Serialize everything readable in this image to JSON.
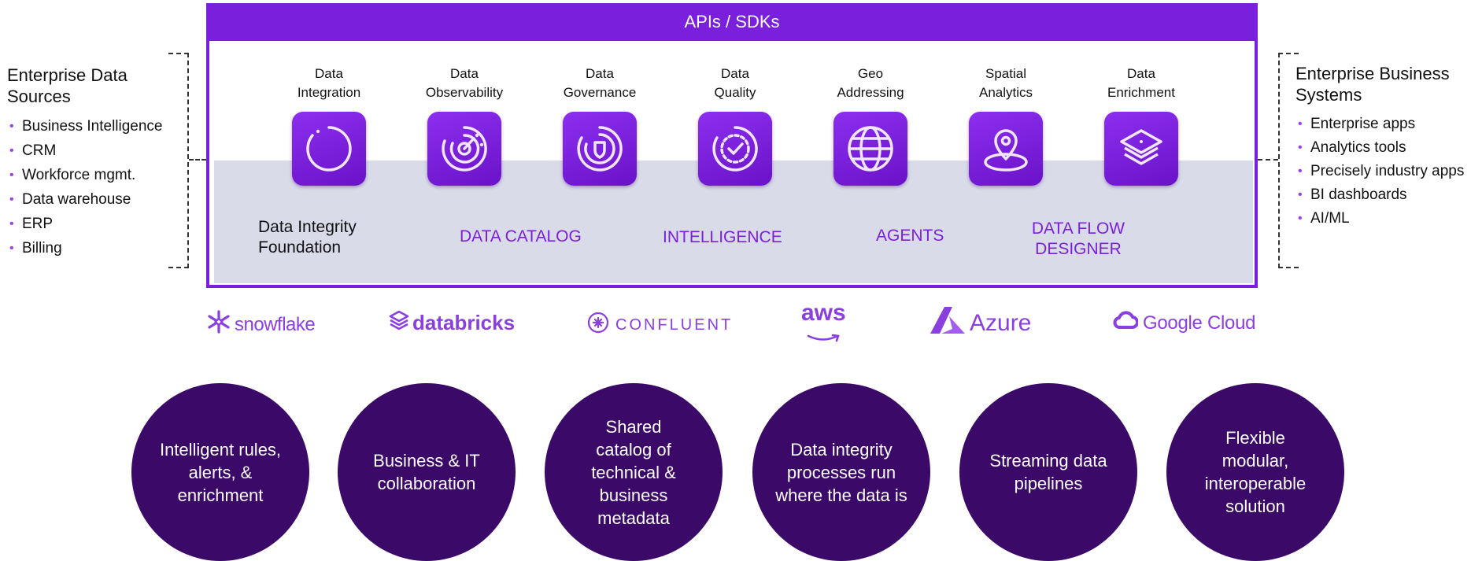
{
  "left_panel": {
    "title_line1": "Enterprise Data",
    "title_line2": "Sources",
    "items": [
      "Business Intelligence",
      "CRM",
      "Workforce mgmt.",
      "Data warehouse",
      "ERP",
      "Billing"
    ]
  },
  "right_panel": {
    "title_line1": "Enterprise Business",
    "title_line2": "Systems",
    "items": [
      "Enterprise apps",
      "Analytics tools",
      "Precisely industry apps",
      "BI dashboards",
      "AI/ML"
    ]
  },
  "api_bar": {
    "label": "APIs / SDKs"
  },
  "modules": [
    {
      "line1": "Data",
      "line2": "Integration",
      "icon": "circle-ring-icon"
    },
    {
      "line1": "Data",
      "line2": "Observability",
      "icon": "radar-icon"
    },
    {
      "line1": "Data",
      "line2": "Governance",
      "icon": "shield-target-icon"
    },
    {
      "line1": "Data",
      "line2": "Quality",
      "icon": "check-badge-icon"
    },
    {
      "line1": "Geo",
      "line2": "Addressing",
      "icon": "globe-icon"
    },
    {
      "line1": "Spatial",
      "line2": "Analytics",
      "icon": "location-pin-icon"
    },
    {
      "line1": "Data",
      "line2": "Enrichment",
      "icon": "layers-icon"
    }
  ],
  "band": {
    "foundation_line1": "Data Integrity",
    "foundation_line2": "Foundation",
    "catalog": "DATA CATALOG",
    "intelligence": "INTELLIGENCE",
    "agents": "AGENTS",
    "designer_line1": "DATA FLOW",
    "designer_line2": "DESIGNER"
  },
  "partners": {
    "snowflake": "snowflake",
    "databricks": "databricks",
    "confluent": "CONFLUENT",
    "aws": "aws",
    "azure": "Azure",
    "google_cloud": "Google Cloud"
  },
  "benefits": [
    "Intelligent rules, alerts, & enrichment",
    "Business & IT collaboration",
    "Shared catalog of technical & business metadata",
    "Data integrity processes run where the data is",
    "Streaming data pipelines",
    "Flexible modular, interoperable solution"
  ],
  "colors": {
    "brand_purple": "#7a1fdc",
    "band_gray": "#d9dbe9",
    "circle_dark": "#3b0a68"
  }
}
